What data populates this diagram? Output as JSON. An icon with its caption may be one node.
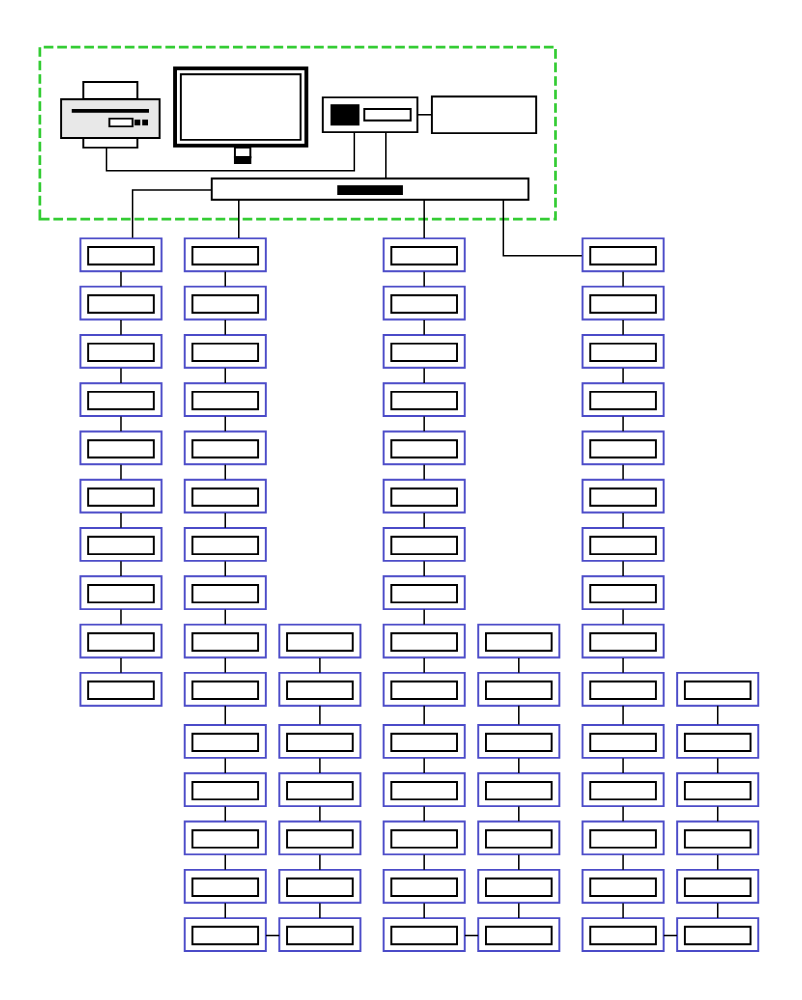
{
  "diagram": {
    "nodes": [
      {
        "text": [],
        "shape": "box"
      },
      {
        "text": [],
        "shape": "picture",
        "in": 0
      },
      {
        "text": [],
        "shape": "picture",
        "in": 0
      },
      {
        "text": [],
        "shape": "picture",
        "in": 0
      },
      {
        "text": [],
        "shape": "box",
        "in": 0
      },
      {
        "text": [],
        "shape": "bar",
        "in": 0
      },
      {
        "text": [],
        "shape": "box"
      },
      {
        "text": [],
        "shape": "box"
      },
      {
        "text": [],
        "shape": "box"
      },
      {
        "text": [],
        "shape": "box"
      },
      {
        "text": [],
        "shape": "box"
      },
      {
        "text": [],
        "shape": "box"
      },
      {
        "text": [],
        "shape": "box"
      },
      {
        "text": [],
        "shape": "box"
      },
      {
        "text": [],
        "shape": "box"
      },
      {
        "text": [],
        "shape": "box"
      },
      {
        "text": [],
        "shape": "box"
      },
      {
        "text": [],
        "shape": "box"
      },
      {
        "text": [],
        "shape": "box"
      },
      {
        "text": [],
        "shape": "box"
      },
      {
        "text": [],
        "shape": "box"
      },
      {
        "text": [],
        "shape": "box"
      },
      {
        "text": [],
        "shape": "box"
      },
      {
        "text": [],
        "shape": "box"
      },
      {
        "text": [],
        "shape": "box"
      },
      {
        "text": [],
        "shape": "box"
      },
      {
        "text": [],
        "shape": "box"
      },
      {
        "text": [],
        "shape": "box"
      },
      {
        "text": [],
        "shape": "box"
      },
      {
        "text": [],
        "shape": "box"
      },
      {
        "text": [],
        "shape": "box"
      },
      {
        "text": [],
        "shape": "box"
      },
      {
        "text": [],
        "shape": "box"
      },
      {
        "text": [],
        "shape": "box"
      },
      {
        "text": [],
        "shape": "box"
      },
      {
        "text": [],
        "shape": "box"
      },
      {
        "text": [],
        "shape": "box"
      },
      {
        "text": [],
        "shape": "box"
      },
      {
        "text": [],
        "shape": "box"
      },
      {
        "text": [],
        "shape": "box"
      },
      {
        "text": [],
        "shape": "box"
      },
      {
        "text": [],
        "shape": "box"
      },
      {
        "text": [],
        "shape": "box"
      },
      {
        "text": [],
        "shape": "box"
      },
      {
        "text": [],
        "shape": "box"
      },
      {
        "text": [],
        "shape": "box"
      },
      {
        "text": [],
        "shape": "box"
      },
      {
        "text": [],
        "shape": "box"
      },
      {
        "text": [],
        "shape": "box"
      },
      {
        "text": [],
        "shape": "box"
      },
      {
        "text": [],
        "shape": "box"
      },
      {
        "text": [],
        "shape": "box"
      },
      {
        "text": [],
        "shape": "box"
      },
      {
        "text": [],
        "shape": "box"
      },
      {
        "text": [],
        "shape": "box"
      },
      {
        "text": [],
        "shape": "box"
      },
      {
        "text": [],
        "shape": "box"
      },
      {
        "text": [],
        "shape": "box"
      },
      {
        "text": [],
        "shape": "box"
      },
      {
        "text": [],
        "shape": "box"
      },
      {
        "text": [],
        "shape": "box"
      },
      {
        "text": [],
        "shape": "box"
      },
      {
        "text": [],
        "shape": "box"
      },
      {
        "text": [],
        "shape": "box"
      },
      {
        "text": [],
        "shape": "box"
      },
      {
        "text": [],
        "shape": "box"
      },
      {
        "text": [],
        "shape": "box"
      },
      {
        "text": [],
        "shape": "box"
      },
      {
        "text": [],
        "shape": "box"
      },
      {
        "text": [],
        "shape": "box"
      },
      {
        "text": [],
        "shape": "box"
      },
      {
        "text": [],
        "shape": "box"
      },
      {
        "text": [],
        "shape": "box"
      },
      {
        "text": [],
        "shape": "box"
      },
      {
        "text": [],
        "shape": "box"
      },
      {
        "text": [],
        "shape": "box"
      },
      {
        "text": [],
        "shape": "box"
      },
      {
        "text": [],
        "shape": "box"
      },
      {
        "text": [],
        "shape": "box"
      },
      {
        "text": [],
        "shape": "box"
      },
      {
        "text": [],
        "shape": "box"
      }
    ],
    "edges": [
      {
        "from": 1,
        "to": 3,
        "arrow": "none"
      },
      {
        "from": 3,
        "to": 4,
        "arrow": "none"
      },
      {
        "from": 3,
        "to": 5,
        "arrow": "none"
      },
      {
        "from": 5,
        "to": 6,
        "arrow": "none"
      },
      {
        "from": 5,
        "to": 16,
        "arrow": "none"
      },
      {
        "from": 5,
        "to": 38,
        "arrow": "none"
      },
      {
        "from": 5,
        "to": 60,
        "arrow": "none"
      },
      {
        "from": 6,
        "to": 7,
        "arrow": "none"
      },
      {
        "from": 7,
        "to": 8,
        "arrow": "none"
      },
      {
        "from": 8,
        "to": 9,
        "arrow": "none"
      },
      {
        "from": 9,
        "to": 10,
        "arrow": "none"
      },
      {
        "from": 10,
        "to": 11,
        "arrow": "none"
      },
      {
        "from": 11,
        "to": 12,
        "arrow": "none"
      },
      {
        "from": 12,
        "to": 13,
        "arrow": "none"
      },
      {
        "from": 13,
        "to": 14,
        "arrow": "none"
      },
      {
        "from": 14,
        "to": 15,
        "arrow": "none"
      },
      {
        "from": 16,
        "to": 17,
        "arrow": "none"
      },
      {
        "from": 17,
        "to": 18,
        "arrow": "none"
      },
      {
        "from": 18,
        "to": 19,
        "arrow": "none"
      },
      {
        "from": 19,
        "to": 20,
        "arrow": "none"
      },
      {
        "from": 20,
        "to": 21,
        "arrow": "none"
      },
      {
        "from": 21,
        "to": 22,
        "arrow": "none"
      },
      {
        "from": 22,
        "to": 23,
        "arrow": "none"
      },
      {
        "from": 23,
        "to": 24,
        "arrow": "none"
      },
      {
        "from": 24,
        "to": 25,
        "arrow": "none"
      },
      {
        "from": 25,
        "to": 26,
        "arrow": "none"
      },
      {
        "from": 26,
        "to": 27,
        "arrow": "none"
      },
      {
        "from": 27,
        "to": 28,
        "arrow": "none"
      },
      {
        "from": 28,
        "to": 29,
        "arrow": "none"
      },
      {
        "from": 29,
        "to": 30,
        "arrow": "none"
      },
      {
        "from": 30,
        "to": 37,
        "arrow": "none"
      },
      {
        "from": 37,
        "to": 36,
        "arrow": "none"
      },
      {
        "from": 36,
        "to": 35,
        "arrow": "none"
      },
      {
        "from": 35,
        "to": 34,
        "arrow": "none"
      },
      {
        "from": 34,
        "to": 33,
        "arrow": "none"
      },
      {
        "from": 33,
        "to": 32,
        "arrow": "none"
      },
      {
        "from": 32,
        "to": 31,
        "arrow": "none"
      },
      {
        "from": 38,
        "to": 39,
        "arrow": "none"
      },
      {
        "from": 39,
        "to": 40,
        "arrow": "none"
      },
      {
        "from": 40,
        "to": 41,
        "arrow": "none"
      },
      {
        "from": 41,
        "to": 42,
        "arrow": "none"
      },
      {
        "from": 42,
        "to": 43,
        "arrow": "none"
      },
      {
        "from": 43,
        "to": 44,
        "arrow": "none"
      },
      {
        "from": 44,
        "to": 45,
        "arrow": "none"
      },
      {
        "from": 45,
        "to": 46,
        "arrow": "none"
      },
      {
        "from": 46,
        "to": 47,
        "arrow": "none"
      },
      {
        "from": 47,
        "to": 48,
        "arrow": "none"
      },
      {
        "from": 48,
        "to": 49,
        "arrow": "none"
      },
      {
        "from": 49,
        "to": 50,
        "arrow": "none"
      },
      {
        "from": 50,
        "to": 51,
        "arrow": "none"
      },
      {
        "from": 51,
        "to": 52,
        "arrow": "none"
      },
      {
        "from": 52,
        "to": 59,
        "arrow": "none"
      },
      {
        "from": 59,
        "to": 58,
        "arrow": "none"
      },
      {
        "from": 58,
        "to": 57,
        "arrow": "none"
      },
      {
        "from": 57,
        "to": 56,
        "arrow": "none"
      },
      {
        "from": 56,
        "to": 55,
        "arrow": "none"
      },
      {
        "from": 55,
        "to": 54,
        "arrow": "none"
      },
      {
        "from": 54,
        "to": 53,
        "arrow": "none"
      },
      {
        "from": 60,
        "to": 61,
        "arrow": "none"
      },
      {
        "from": 61,
        "to": 62,
        "arrow": "none"
      },
      {
        "from": 62,
        "to": 63,
        "arrow": "none"
      },
      {
        "from": 63,
        "to": 64,
        "arrow": "none"
      },
      {
        "from": 64,
        "to": 65,
        "arrow": "none"
      },
      {
        "from": 65,
        "to": 66,
        "arrow": "none"
      },
      {
        "from": 66,
        "to": 67,
        "arrow": "none"
      },
      {
        "from": 67,
        "to": 68,
        "arrow": "none"
      },
      {
        "from": 68,
        "to": 69,
        "arrow": "none"
      },
      {
        "from": 69,
        "to": 70,
        "arrow": "none"
      },
      {
        "from": 70,
        "to": 71,
        "arrow": "none"
      },
      {
        "from": 71,
        "to": 72,
        "arrow": "none"
      },
      {
        "from": 72,
        "to": 73,
        "arrow": "none"
      },
      {
        "from": 73,
        "to": 74,
        "arrow": "none"
      },
      {
        "from": 74,
        "to": 80,
        "arrow": "none"
      },
      {
        "from": 80,
        "to": 79,
        "arrow": "none"
      },
      {
        "from": 79,
        "to": 78,
        "arrow": "none"
      },
      {
        "from": 78,
        "to": 77,
        "arrow": "none"
      },
      {
        "from": 77,
        "to": 76,
        "arrow": "none"
      },
      {
        "from": 76,
        "to": 75,
        "arrow": "none"
      }
    ]
  }
}
